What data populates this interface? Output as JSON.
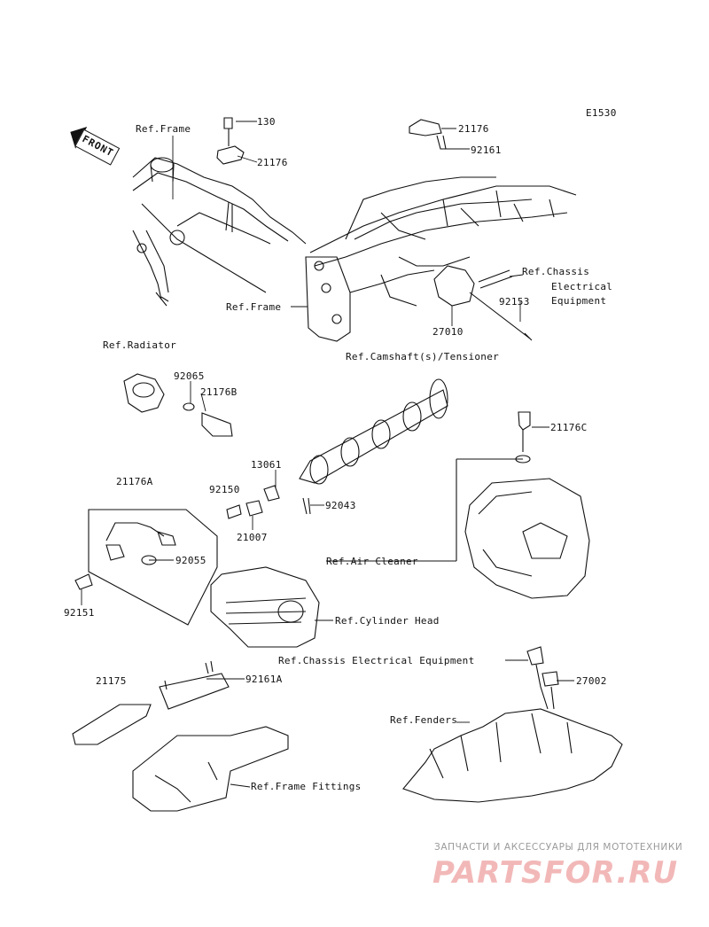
{
  "diagram_code": "E1530",
  "front_label": "FRONT",
  "labels": {
    "ref_frame_top": "Ref.Frame",
    "p130": "130",
    "p21176_a": "21176",
    "p21176_b": "21176",
    "p92161": "92161",
    "ref_chassis_1": "Ref.Chassis",
    "ref_chassis_2": "Electrical",
    "ref_chassis_3": "Equipment",
    "ref_frame_mid": "Ref.Frame",
    "p92153": "92153",
    "p27010": "27010",
    "ref_radiator": "Ref.Radiator",
    "ref_camshaft": "Ref.Camshaft(s)/Tensioner",
    "p92065": "92065",
    "p21176B": "21176B",
    "p21176C": "21176C",
    "p13061": "13061",
    "p21176A": "21176A",
    "p92150": "92150",
    "p92043": "92043",
    "p21007": "21007",
    "p92055": "92055",
    "ref_air_cleaner": "Ref.Air Cleaner",
    "p92151": "92151",
    "ref_cyl_head": "Ref.Cylinder Head",
    "ref_chassis_elec": "Ref.Chassis Electrical Equipment",
    "p21175": "21175",
    "p92161A": "92161A",
    "p27002": "27002",
    "ref_fenders": "Ref.Fenders",
    "ref_frame_fittings": "Ref.Frame Fittings"
  },
  "watermark": {
    "tagline": "ЗАПЧАСТИ И АКСЕССУАРЫ ДЛЯ МОТОТЕХНИКИ",
    "logo": "PARTSFOR.RU"
  }
}
